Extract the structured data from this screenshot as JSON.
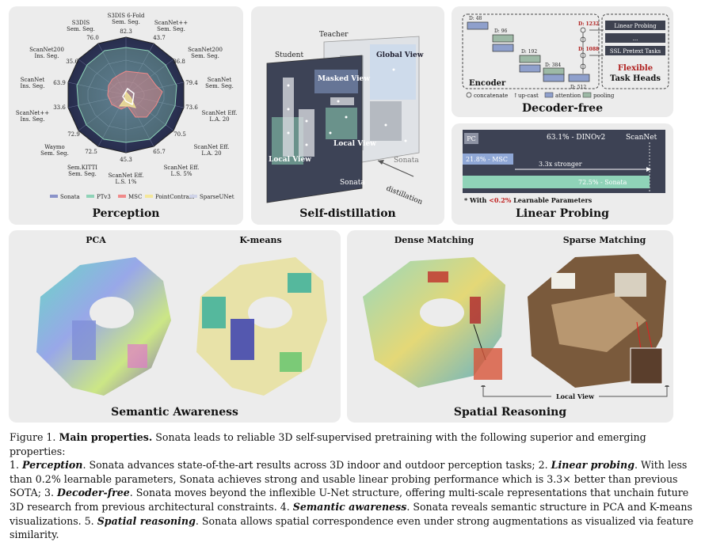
{
  "panels": {
    "perception": {
      "title": "Perception",
      "axes": [
        {
          "label": "S3DIS 6-Fold",
          "label2": "Sem. Seg.",
          "value": "82.3"
        },
        {
          "label": "ScanNet++",
          "label2": "Sem. Seg.",
          "value": "43.7"
        },
        {
          "label": "ScanNet200",
          "label2": "Sem. Seg.",
          "value": "36.8"
        },
        {
          "label": "ScanNet",
          "label2": "Sem. Seg.",
          "value": "79.4"
        },
        {
          "label": "ScanNet Eff.",
          "label2": "L.A. 20",
          "value": "73.6"
        },
        {
          "label": "ScanNet Eff.",
          "label2": "L.A. 20",
          "value": "70.5"
        },
        {
          "label": "ScanNet Eff.",
          "label2": "L.S. 5%",
          "value": "65.7"
        },
        {
          "label": "ScanNet Eff.",
          "label2": "L.S. 1%",
          "value": "45.3"
        },
        {
          "label": "Sem.KITTI",
          "label2": "Sem. Seg.",
          "value": "72.5"
        },
        {
          "label": "Waymo",
          "label2": "Sem. Seg.",
          "value": "72.9"
        },
        {
          "label": "ScanNet++",
          "label2": "Ins. Seg.",
          "value": "33.6"
        },
        {
          "label": "ScanNet",
          "label2": "Ins. Seg.",
          "value": "63.9"
        },
        {
          "label": "ScanNet200",
          "label2": "Ins. Seg.",
          "value": "35.6"
        },
        {
          "label": "S3DIS",
          "label2": "Sem. Seg.",
          "value": "76.0"
        }
      ],
      "legend": [
        "Sonata",
        "PTv3",
        "MSC",
        "PointContrast",
        "SparseUNet"
      ],
      "legend_colors": [
        "#8a93c9",
        "#8fd3b8",
        "#f08a8a",
        "#f4e79a",
        "#cfd3e8"
      ]
    },
    "selfdistill": {
      "title": "Self-distillation",
      "teacher": "Teacher",
      "student": "Student",
      "global_view": "Global View",
      "masked_view": "Masked View",
      "local_view1": "Local View",
      "local_view2": "Local View",
      "sonata1": "Sonata",
      "sonata2": "Sonata",
      "distillation": "distillation"
    },
    "decoder": {
      "title": "Decoder-free",
      "encoder": "Encoder",
      "d48": "D: 48",
      "d96": "D: 96",
      "d192": "D: 192",
      "d384": "D: 384",
      "d512": "D: 512",
      "d1232": "D: 1232",
      "d1088": "D: 1088",
      "head1": "Linear Probing",
      "head2": "...",
      "head3": "SSL Pretext Tasks",
      "flex1": "Flexible",
      "flex2": "Task Heads",
      "legend_concat": "concatenate",
      "legend_upcast": "up-cast",
      "legend_attn": "attention",
      "legend_pool": "pooling"
    },
    "linear": {
      "title": "Linear Probing",
      "pc": "PC",
      "dinov2": "63.1% - DINOv2",
      "scannet": "ScanNet",
      "msc": "21.8% - MSC",
      "stronger": "3.3x stronger",
      "sonata": "72.5% - Sonata",
      "footnote_pre": "* With ",
      "footnote_red": "<0.2%",
      "footnote_post": " Learnable Parameters"
    },
    "semantic": {
      "title": "Semantic Awareness",
      "pca": "PCA",
      "kmeans": "K-means"
    },
    "spatial": {
      "title": "Spatial Reasoning",
      "dense": "Dense Matching",
      "sparse": "Sparse Matching",
      "local_view": "Local View"
    }
  },
  "caption": {
    "fig": "Figure 1.",
    "main": "Main properties.",
    "intro": " Sonata leads to reliable 3D self-supervised pretraining with the following superior and emerging properties:",
    "n1": "1. ",
    "k1": "Perception",
    "t1": ".  Sonata advances state-of-the-art results across 3D indoor and outdoor perception tasks; 2. ",
    "k2": "Linear probing",
    "t2": ".  With less than 0.2% learnable parameters, Sonata achieves strong and usable linear probing performance which is 3.3× better than previous SOTA; 3. ",
    "k3": "Decoder-free",
    "t3": ". Sonata moves beyond the inflexible U-Net structure, offering multi-scale representations that unchain future 3D research from previous architectural constraints.  4. ",
    "k4": "Semantic awareness",
    "t4": ".  Sonata reveals semantic structure in PCA and K-means visualizations. 5. ",
    "k5": "Spatial reasoning",
    "t5": ". Sonata allows spatial correspondence even under strong augmentations as visualized via feature similarity."
  }
}
